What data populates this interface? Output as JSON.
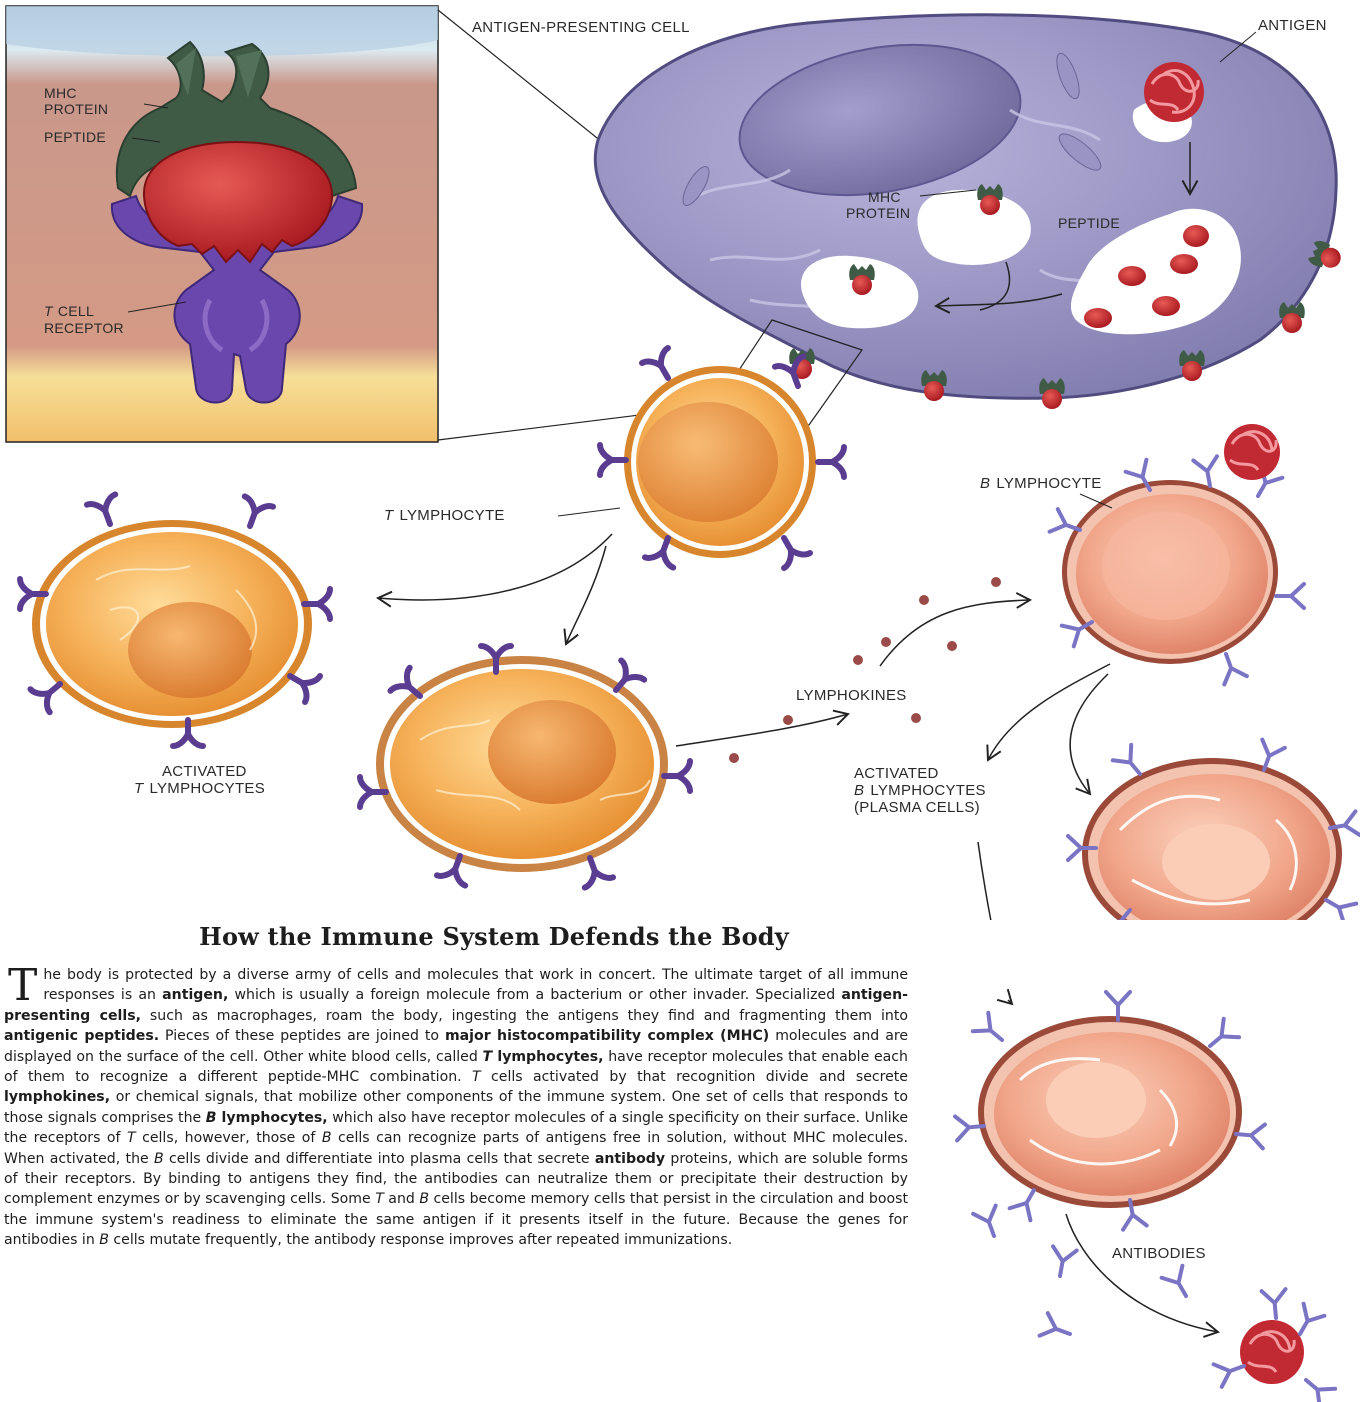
{
  "labels": {
    "apc": "ANTIGEN-PRESENTING CELL",
    "antigen": "ANTIGEN",
    "mhc_inset_1": "MHC",
    "mhc_inset_2": "PROTEIN",
    "peptide_inset": "PEPTIDE",
    "tcr_1": "CELL",
    "tcr_1_italic": "T",
    "tcr_2": "RECEPTOR",
    "mhc_cell_1": "MHC",
    "mhc_cell_2": "PROTEIN",
    "peptide_cell": "PEPTIDE",
    "t_lymphocyte_italic": "T",
    "t_lymphocyte": "LYMPHOCYTE",
    "b_lymphocyte_italic": "B",
    "b_lymphocyte": "LYMPHOCYTE",
    "lymphokines": "LYMPHOKINES",
    "activated_t_1": "ACTIVATED",
    "activated_t_2_italic": "T",
    "activated_t_2": "LYMPHOCYTES",
    "activated_b_1": "ACTIVATED",
    "activated_b_2_italic": "B",
    "activated_b_2": "LYMPHOCYTES",
    "activated_b_3": "(PLASMA CELLS)",
    "antibodies": "ANTIBODIES"
  },
  "article": {
    "title": "How the Immune System Defends the Body",
    "dropcap": "T",
    "p1": "he body is protected by a diverse army of cells and molecules that work in concert. The ultimate target of all immune responses is an ",
    "b1": "antigen,",
    "p2": " which is usually a foreign molecule from a bacterium or other invader. Specialized ",
    "b2": "antigen-presenting cells,",
    "p3": " such as macrophages, roam the body, ingesting the antigens they find and fragmenting them into ",
    "b3": "antigenic peptides.",
    "p4": " Pieces of these peptides are joined to ",
    "b4": "major histocompatibility complex (MHC)",
    "p5": " molecules and are displayed on the surface of the cell. Other white blood cells, called ",
    "b5a": "T",
    "b5b": " lymphocytes,",
    "p6": " have receptor molecules that enable each of them to recognize a different peptide-MHC combination. ",
    "i1": "T",
    "p7": " cells activated by that recognition divide and secrete ",
    "b6": "lymphokines,",
    "p8": " or chemical signals, that mobilize other components of the immune system. One set of cells that responds to those signals comprises the ",
    "b7a": "B",
    "b7b": " lymphocytes,",
    "p9": " which also have receptor molecules of a single specificity on their surface. Unlike the receptors of ",
    "i2": "T",
    "p10": " cells, however, those of ",
    "i3": "B",
    "p11": " cells can recognize parts of antigens free in solution, without MHC molecules. When activated, the ",
    "i4": "B",
    "p12": " cells divide and differentiate into plasma cells that secrete ",
    "b8": "antibody",
    "p13": " proteins, which are soluble forms of their receptors. By binding to antigens they find, the antibodies can neutralize them or precipitate their destruction by complement enzymes or by scavenging cells. Some ",
    "i5": "T",
    "p14": " and ",
    "i6": "B",
    "p15": " cells become memory cells that persist in the circulation and boost the immune system's readiness to eliminate the same antigen if it presents itself in the future. Because the genes for antibodies in ",
    "i7": "B",
    "p16": " cells mutate frequently, the antibody response improves after repeated immunizations."
  },
  "colors": {
    "apc_fill": "#8e8ab8",
    "tcell_orange": "#f2a03e",
    "bcell_pink": "#e8907a",
    "receptor_purple": "#5a3d91",
    "antibody_blue": "#7b74c4",
    "mhc_green": "#3f5a45",
    "peptide_red": "#c8252c"
  }
}
